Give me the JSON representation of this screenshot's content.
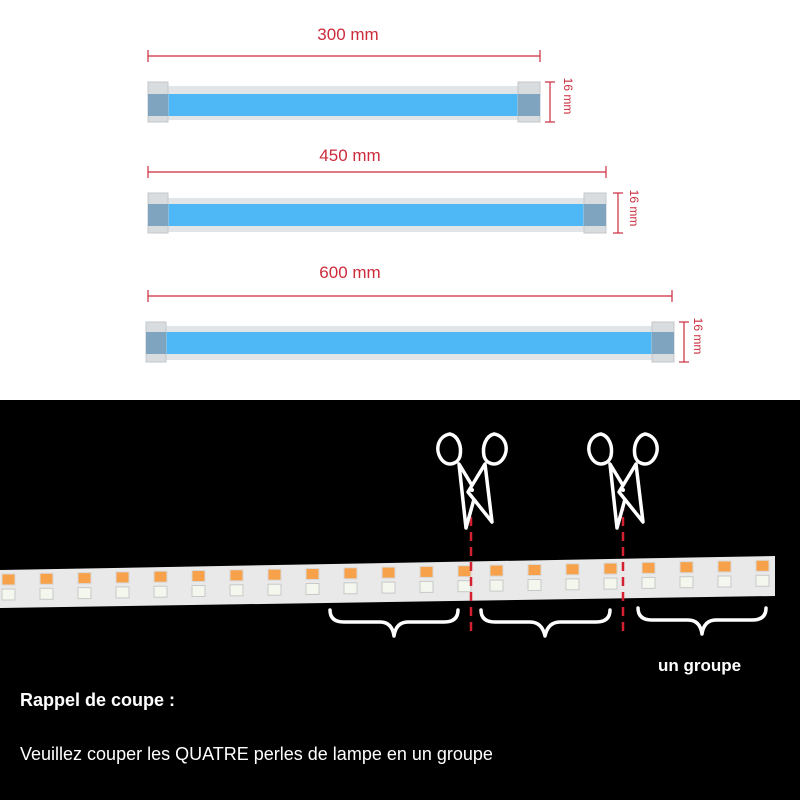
{
  "bars": [
    {
      "length_label": "300 mm",
      "height_label": "16 mm"
    },
    {
      "length_label": "450 mm",
      "height_label": "16 mm"
    },
    {
      "length_label": "600 mm",
      "height_label": "16 mm"
    }
  ],
  "cut_diagram": {
    "group_label": "un groupe",
    "reminder_title": "Rappel de coupe :",
    "reminder_text": "Veuillez couper les QUATRE perles de lampe en un groupe"
  },
  "colors": {
    "dimension": "#cc2b3c",
    "tube_blue": "#4db8f5",
    "cut_line": "#d42030",
    "led_amber": "#f7a24a",
    "strip": "#e9e9e9"
  },
  "icons": [
    "scissors-icon",
    "scissors-icon"
  ]
}
